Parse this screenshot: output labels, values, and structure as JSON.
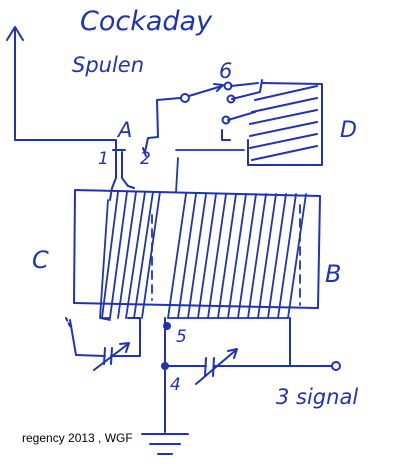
{
  "title": "Cockaday",
  "subtitle": "Spulen",
  "labels": {
    "A": "A",
    "B": "B",
    "C": "C",
    "D": "D",
    "t1": "1",
    "t2": "2",
    "t4": "4",
    "t5": "5",
    "t6": "6",
    "signal": "3 signal"
  },
  "credit": "regency 2013 , WGF",
  "colors": {
    "ink": "#1f33b3",
    "credit": "#000000",
    "background": "#ffffff"
  }
}
